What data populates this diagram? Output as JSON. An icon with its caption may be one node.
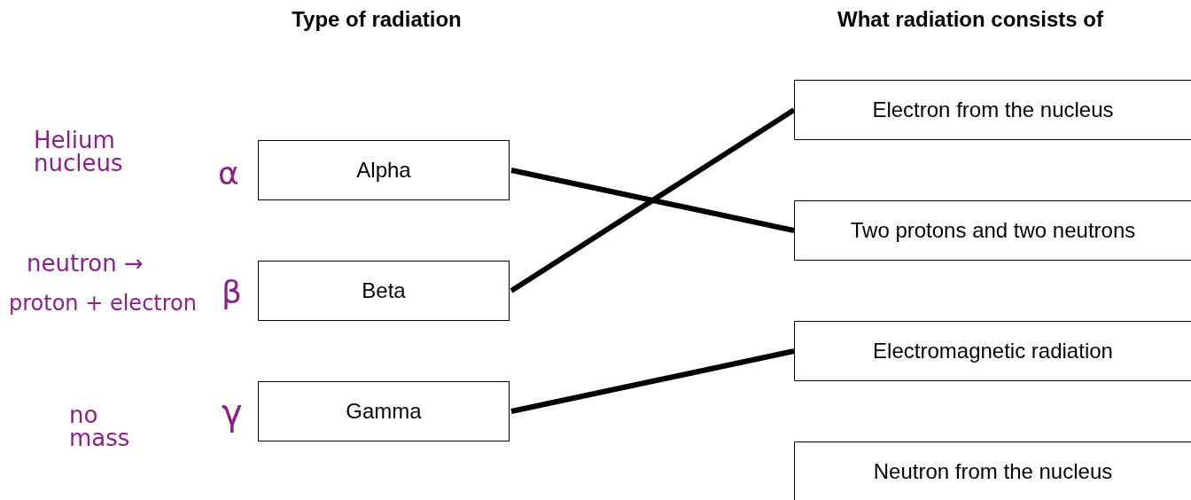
{
  "diagram": {
    "nodes": [
      {
        "text": [
          "Alpha"
        ]
      },
      {
        "text": [
          "Beta"
        ]
      },
      {
        "text": [
          "Gamma"
        ]
      },
      {
        "text": [
          "Electron from the nucleus"
        ]
      },
      {
        "text": [
          "Two protons and two neutrons"
        ]
      },
      {
        "text": [
          "Electromagnetic radiation"
        ]
      },
      {
        "text": [
          "Neutron from the nucleus"
        ]
      }
    ],
    "edges": [
      {
        "from": 0,
        "to": 4,
        "arrow": "none"
      },
      {
        "from": 1,
        "to": 3,
        "arrow": "none"
      },
      {
        "from": 2,
        "to": 5,
        "arrow": "none"
      }
    ],
    "labels": [
      "Type of radiation",
      "What radiation consists of",
      "Helium nucleus",
      "α",
      "neutron →",
      "proton + electron",
      "β",
      "no mass",
      "γ"
    ]
  }
}
